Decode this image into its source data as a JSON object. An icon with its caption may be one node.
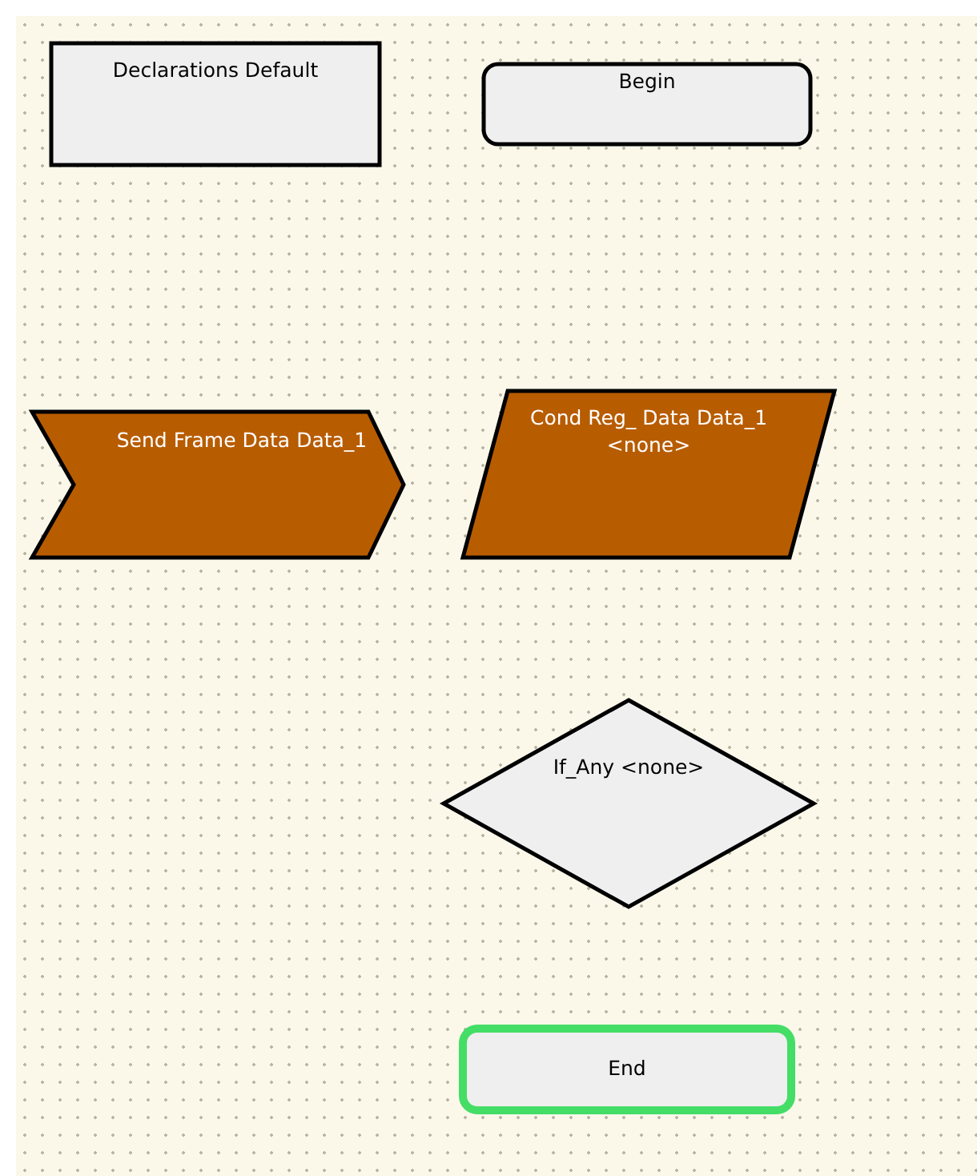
{
  "diagram": {
    "nodes": [
      {
        "text": [
          "Declarations Default"
        ]
      },
      {
        "text": [
          "Begin"
        ]
      },
      {
        "text": [
          "Send Frame Data Data_1"
        ]
      },
      {
        "text": [
          "Cond Reg_ Data Data_1",
          "<none>"
        ]
      },
      {
        "text": [
          "If_Any <none>"
        ]
      },
      {
        "text": [
          "End"
        ]
      }
    ],
    "edges": []
  }
}
